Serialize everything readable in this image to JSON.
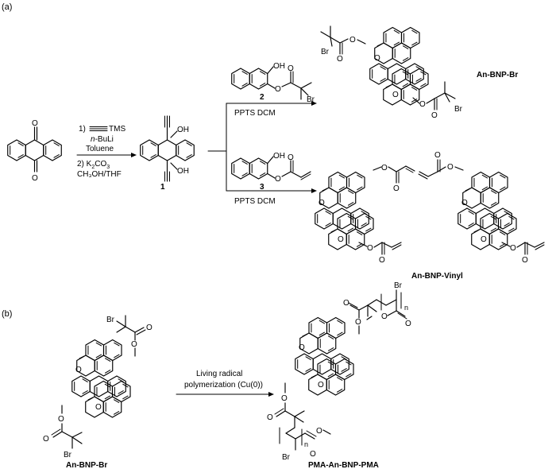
{
  "panels": {
    "a": {
      "label": "(a)"
    },
    "b": {
      "label": "(b)"
    }
  },
  "step1": {
    "line1": "1)",
    "tms": "TMS",
    "line2_prefix": "n",
    "line2_suffix": "-BuLi",
    "line3": "Toluene",
    "line4_prefix": "2) K",
    "line4_sub1": "2",
    "line4_mid": "CO",
    "line4_sub2": "3",
    "line5": "CH₃OH/THF"
  },
  "compounds": {
    "anthraquinone_o_top": "O",
    "anthraquinone_o_bottom": "O",
    "diol_oh_top": "OH",
    "diol_oh_bottom": "OH",
    "diol_number": "1",
    "reagent2_number": "2",
    "reagent2_oh": "OH",
    "reagent2_br": "Br",
    "reagent3_number": "3",
    "reagent3_oh": "OH",
    "br_product": "An-BNP-Br",
    "vinyl_product": "An-BNP-Vinyl",
    "initiator": "An-BNP-Br",
    "polymer": "PMA-An-BNP-PMA"
  },
  "conditions": {
    "upper": "PPTS DCM",
    "lower": "PPTS DCM",
    "polymerization_line1": "Living radical",
    "polymerization_line2": "polymerization (Cu(0))"
  },
  "atoms": {
    "oxygen": "O",
    "bromine": "Br",
    "repeat": "n"
  }
}
